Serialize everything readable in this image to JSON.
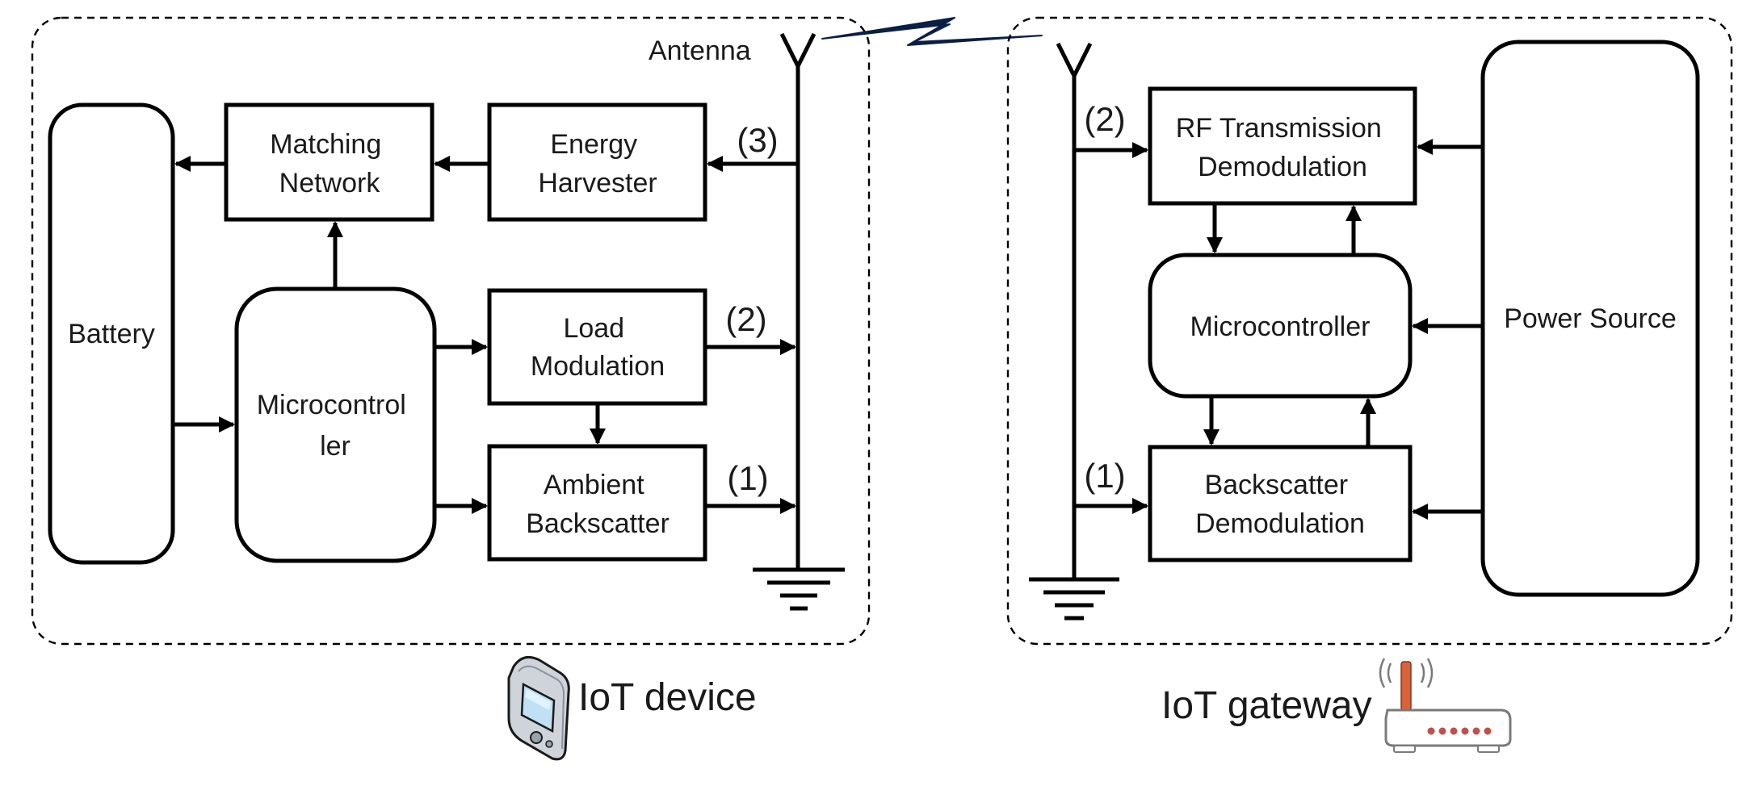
{
  "device": {
    "caption": "IoT device",
    "antenna_label": "Antenna",
    "battery": "Battery",
    "matching_network": [
      "Matching",
      "Network"
    ],
    "energy_harvester": [
      "Energy",
      "Harvester"
    ],
    "microcontroller": [
      "Microcontrol",
      "ler"
    ],
    "load_modulation": [
      "Load",
      "Modulation"
    ],
    "ambient_backscatter": [
      "Ambient",
      "Backscatter"
    ],
    "path_labels": {
      "p3": "(3)",
      "p2": "(2)",
      "p1": "(1)"
    }
  },
  "gateway": {
    "caption": "IoT gateway",
    "rf_transmission": [
      "RF Transmission",
      "Demodulation"
    ],
    "microcontroller": "Microcontroller",
    "backscatter_demod": [
      "Backscatter",
      "Demodulation"
    ],
    "power_source": "Power Source",
    "path_labels": {
      "p2": "(2)",
      "p1": "(1)"
    }
  },
  "icons": {
    "device": "handheld-device-icon",
    "gateway": "wifi-router-icon",
    "link": "lightning-bolt-icon",
    "router_body_color": "#ffffff",
    "router_led_color": "#c0504d",
    "router_antenna_color": "#d9623b"
  }
}
